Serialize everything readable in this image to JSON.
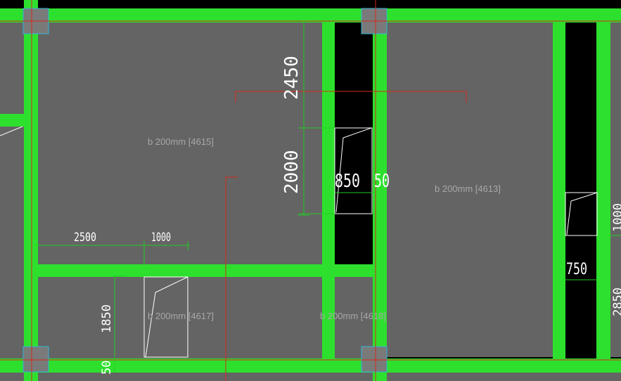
{
  "colors": {
    "background": "#000000",
    "slab": "#646464",
    "wall": "#2ee02e",
    "dim_line": "#22cc22",
    "column": "#7a7a7a",
    "column_edge": "#2fb7d8",
    "axis": "#d42a1a",
    "opening": "#ffffff",
    "dim_text": "#ffffff",
    "slab_text": "#a8a8a8"
  },
  "slab_labels": [
    {
      "text": "b 200mm [4615]"
    },
    {
      "text": "b 200mm [4613]"
    },
    {
      "text": "b 200mm [4617]"
    },
    {
      "text": "b 200mm [4618]"
    }
  ],
  "dimensions": [
    {
      "text": "2450"
    },
    {
      "text": "2000"
    },
    {
      "text": "850"
    },
    {
      "text": "50"
    },
    {
      "text": "2500"
    },
    {
      "text": "1000"
    },
    {
      "text": "1850"
    },
    {
      "text": "50"
    },
    {
      "text": "750"
    },
    {
      "text": "1000"
    },
    {
      "text": "2850"
    }
  ]
}
